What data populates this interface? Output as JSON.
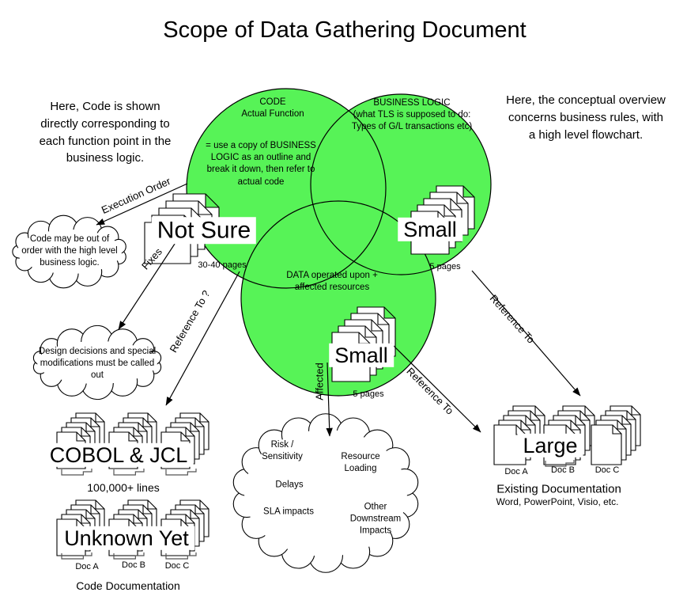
{
  "title": "Scope of Data Gathering Document",
  "notes": {
    "left": "Here, Code is shown directly corresponding to each function point in the business logic.",
    "right": "Here, the conceptual overview concerns business rules, with a high level flowchart."
  },
  "venn": {
    "fill_color": "#57f357",
    "code": {
      "title": "CODE",
      "subtitle": "Actual Function",
      "body": "= use a copy of BUSINESS LOGIC as an outline and break it down, then refer to actual code"
    },
    "business_logic": {
      "title": "BUSINESS LOGIC",
      "subtitle": "(what TLS is supposed to do: Types of G/L transactions etc)"
    },
    "data": {
      "title": "DATA operated upon + affected resources"
    }
  },
  "doc_stacks": {
    "not_sure": {
      "label": "Not Sure",
      "pages": "30-40 pages"
    },
    "small_right": {
      "label": "Small",
      "pages": "5 pages"
    },
    "small_center": {
      "label": "Small",
      "pages": "5 pages"
    }
  },
  "clouds": {
    "cloud1": "Code may be out of order with the high level business logic.",
    "cloud2": "Design decisions and special modifications must be called out",
    "impact": {
      "items": [
        "Risk / Sensitivity",
        "Resource Loading",
        "Delays",
        "SLA impacts",
        "Other Downstream Impacts"
      ]
    }
  },
  "arrows": {
    "execution_order": "Execution Order",
    "fixes": "Fixes",
    "reference_to_question": "Reference To ?",
    "affected": "Affected",
    "reference_to_center": "Reference To",
    "reference_to_right": "Reference To"
  },
  "code_docs": {
    "stack_label": "COBOL & JCL",
    "lines": "100,000+ lines",
    "unknown_label": "Unknown Yet",
    "doc_labels": [
      "Doc A",
      "Doc B",
      "Doc C"
    ],
    "caption": "Code Documentation"
  },
  "existing_docs": {
    "stack_label": "Large",
    "doc_labels": [
      "Doc A",
      "Doc B",
      "Doc C"
    ],
    "caption": "Existing Documentation",
    "subcaption": "Word, PowerPoint, Visio, etc."
  }
}
